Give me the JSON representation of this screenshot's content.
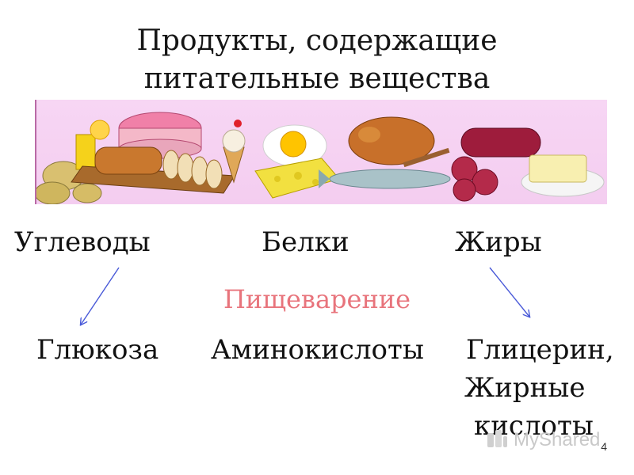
{
  "title": {
    "line1": "Продукты, содержащие",
    "line2": "питательные вещества"
  },
  "nutrients": {
    "carbs": "Углеводы",
    "proteins": "Белки",
    "fats": "Жиры"
  },
  "process": "Пищеварение",
  "products": {
    "glucose": "Глюкоза",
    "amino": "Аминокислоты",
    "glycerol": "Глицерин,",
    "fatty_1": "Жирные",
    "fatty_2": "кислоты"
  },
  "page_number": "4",
  "watermark": "MyShared",
  "colors": {
    "process_text": "#e8747c",
    "arrow": "#4a5ad8",
    "banner_bg": "#f4cdf0"
  }
}
